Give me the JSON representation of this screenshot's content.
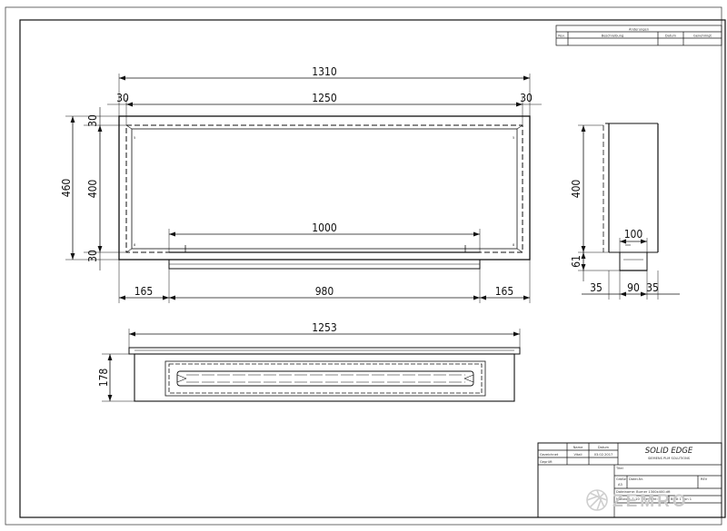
{
  "front_view": {
    "overall_width": "1310",
    "inner_width": "1250",
    "left_margin": "30",
    "right_margin": "30",
    "overall_height": "460",
    "inner_height": "400",
    "top_margin": "30",
    "bottom_margin": "30",
    "burner_width": "1000",
    "left_offset": "165",
    "burner_base_width": "980",
    "right_offset": "165"
  },
  "side_view": {
    "height": "400",
    "depth_inner": "100",
    "base_height": "61",
    "left_step": "35",
    "middle": "90",
    "right_step": "35"
  },
  "top_view": {
    "width": "1253",
    "depth": "178"
  },
  "revision_table": {
    "title": "Änderungen",
    "col_rev": "Rev.",
    "col_description": "Beschreibung",
    "col_date": "Datum",
    "col_approved": "Genehmigt"
  },
  "title_block": {
    "col_name": "Name",
    "col_date": "Datum",
    "row_drawn": "Gezeichnet",
    "row_checked": "Geprüft",
    "drawn_name": "Vitali",
    "drawn_date": "03.02.2017",
    "brand": "SOLID EDGE",
    "brand_sub": "SIEMENS PLM SOLUTIONS",
    "title_label": "Titel",
    "size_label": "Größe",
    "size_value": "A3",
    "drawing_no_label": "Datei-Nr.",
    "rev_label": "REV",
    "file_name": "Dateiname: Burner 1300x400.dft",
    "scale": "Maßstab: 1:10",
    "weight": "Gewicht:",
    "sheet": "Blatt 1 von 1"
  },
  "watermark": {
    "text": "ZEMRO"
  }
}
